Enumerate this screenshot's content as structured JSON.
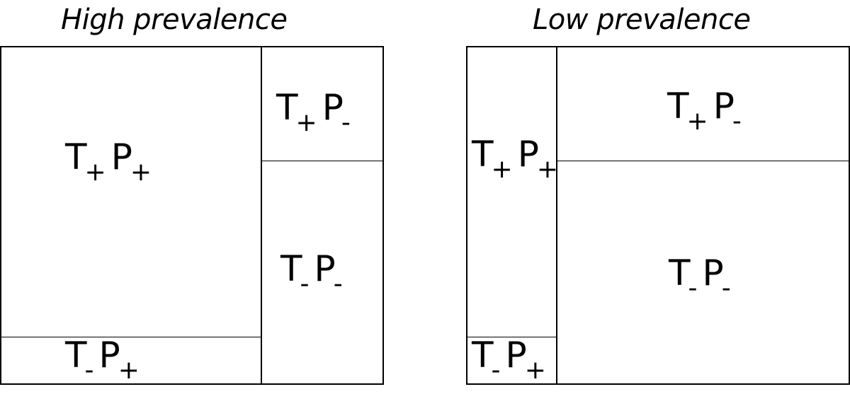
{
  "panels": [
    {
      "title": "High prevalence",
      "cells": [
        {
          "id": "tp",
          "t": "T",
          "t_sign": "+",
          "p": "P",
          "p_sign": "+"
        },
        {
          "id": "fp",
          "t": "T",
          "t_sign": "+",
          "p": "P",
          "p_sign": "-"
        },
        {
          "id": "tn",
          "t": "T",
          "t_sign": "-",
          "p": "P",
          "p_sign": "-"
        },
        {
          "id": "fn",
          "t": "T",
          "t_sign": "-",
          "p": "P",
          "p_sign": "+"
        }
      ]
    },
    {
      "title": "Low prevalence",
      "cells": [
        {
          "id": "tp",
          "t": "T",
          "t_sign": "+",
          "p": "P",
          "p_sign": "+"
        },
        {
          "id": "fp",
          "t": "T",
          "t_sign": "+",
          "p": "P",
          "p_sign": "-"
        },
        {
          "id": "tn",
          "t": "T",
          "t_sign": "-",
          "p": "P",
          "p_sign": "-"
        },
        {
          "id": "fn",
          "t": "T",
          "t_sign": "-",
          "p": "P",
          "p_sign": "+"
        }
      ]
    }
  ]
}
